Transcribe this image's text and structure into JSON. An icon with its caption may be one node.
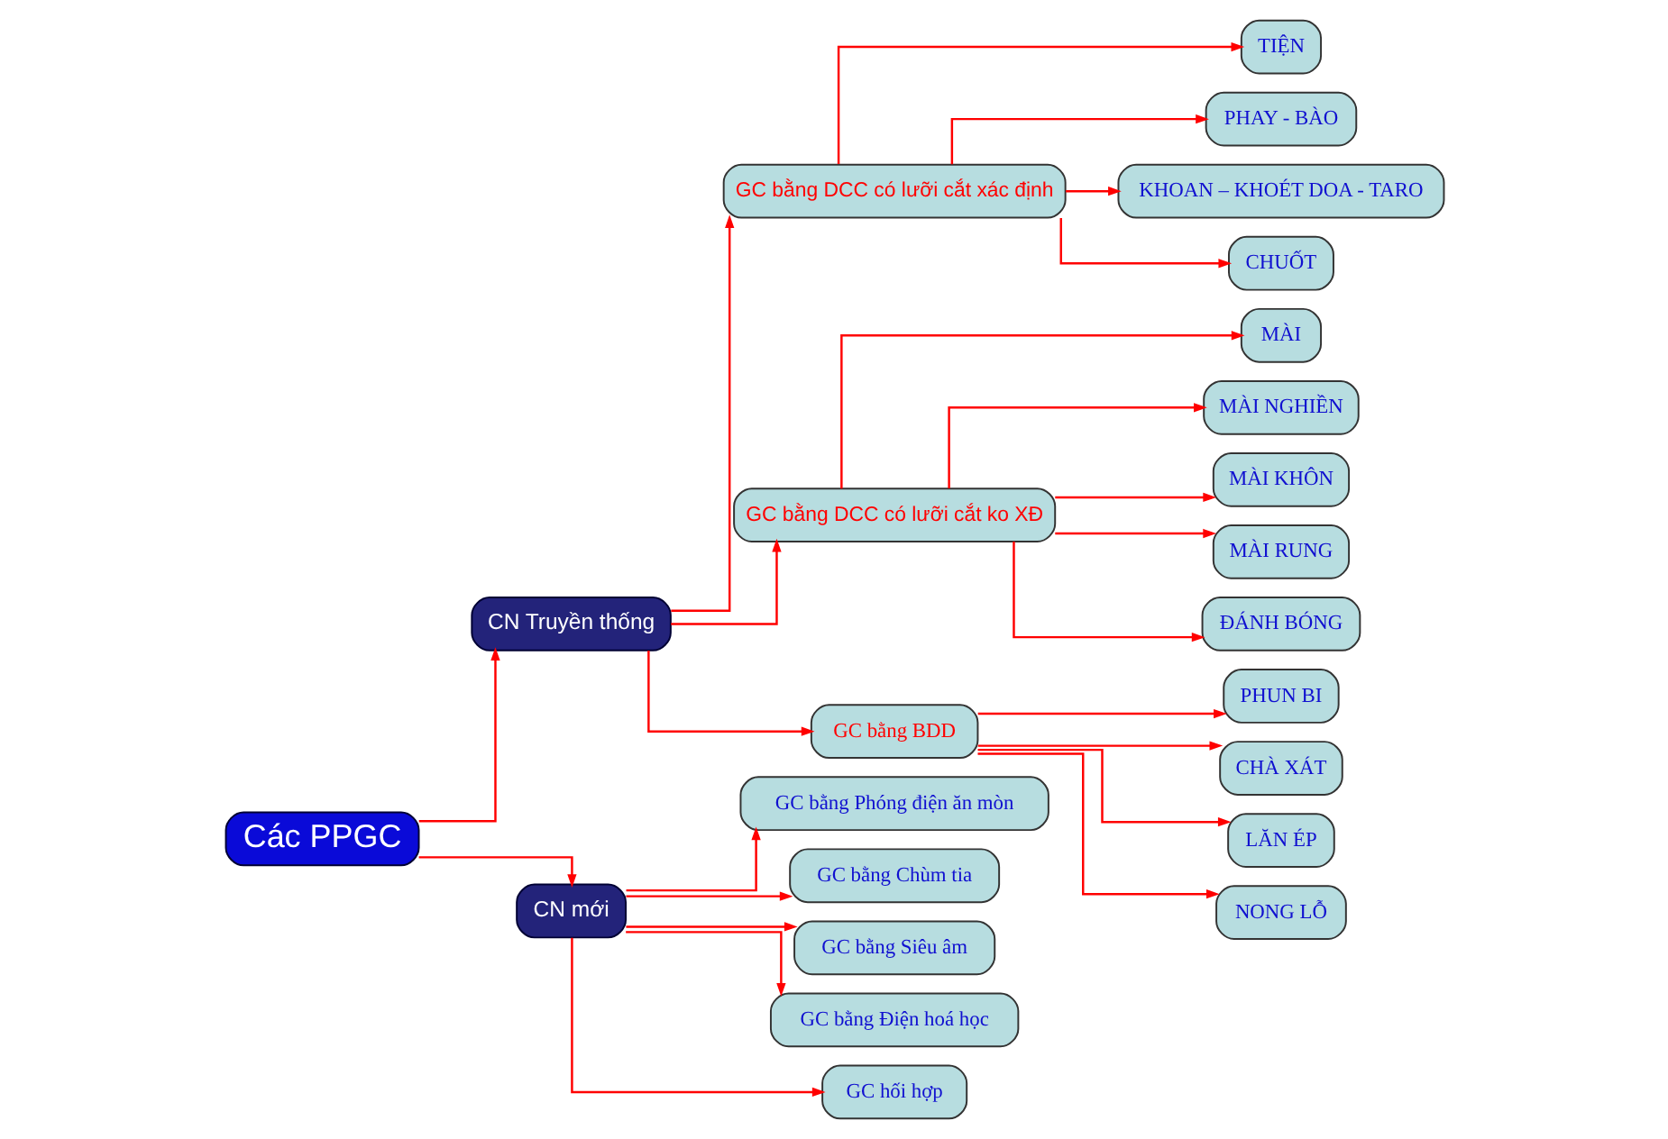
{
  "diagram": {
    "nodes": [
      {
        "text": [
          "Các PPGC"
        ]
      },
      {
        "text": [
          "CN Truyền thống"
        ]
      },
      {
        "text": [
          "CN mới"
        ]
      },
      {
        "text": [
          "GC bằng DCC có lưỡi cắt xác định"
        ]
      },
      {
        "text": [
          "GC bằng DCC có lưỡi cắt ko XĐ"
        ]
      },
      {
        "text": [
          "GC bằng BDD"
        ]
      },
      {
        "text": [
          "TIỆN"
        ]
      },
      {
        "text": [
          "PHAY - BÀO"
        ]
      },
      {
        "text": [
          "KHOAN – KHOÉT DOA - TARO"
        ]
      },
      {
        "text": [
          "CHUỐT"
        ]
      },
      {
        "text": [
          "MÀI"
        ]
      },
      {
        "text": [
          "MÀI NGHIỀN"
        ]
      },
      {
        "text": [
          "MÀI KHÔN"
        ]
      },
      {
        "text": [
          "MÀI RUNG"
        ]
      },
      {
        "text": [
          "ĐÁNH BÓNG"
        ]
      },
      {
        "text": [
          "PHUN BI"
        ]
      },
      {
        "text": [
          "CHÀ XÁT"
        ]
      },
      {
        "text": [
          "LĂN ÉP"
        ]
      },
      {
        "text": [
          "NONG LỖ"
        ]
      },
      {
        "text": [
          "GC bằng Phóng điện ăn mòn"
        ]
      },
      {
        "text": [
          "GC bằng Chùm tia"
        ]
      },
      {
        "text": [
          "GC bằng Siêu âm"
        ]
      },
      {
        "text": [
          "GC bằng Điện hoá học"
        ]
      },
      {
        "text": [
          "GC hối hợp"
        ]
      }
    ],
    "edges": [
      {
        "from": 0,
        "to": 1,
        "arrow": "to"
      },
      {
        "from": 0,
        "to": 2,
        "arrow": "to"
      },
      {
        "from": 1,
        "to": 3,
        "arrow": "to"
      },
      {
        "from": 1,
        "to": 4,
        "arrow": "to"
      },
      {
        "from": 1,
        "to": 5,
        "arrow": "to"
      },
      {
        "from": 3,
        "to": 6,
        "arrow": "to"
      },
      {
        "from": 3,
        "to": 7,
        "arrow": "to"
      },
      {
        "from": 3,
        "to": 8,
        "arrow": "to"
      },
      {
        "from": 3,
        "to": 9,
        "arrow": "to"
      },
      {
        "from": 4,
        "to": 10,
        "arrow": "to"
      },
      {
        "from": 4,
        "to": 11,
        "arrow": "to"
      },
      {
        "from": 4,
        "to": 12,
        "arrow": "to"
      },
      {
        "from": 4,
        "to": 13,
        "arrow": "to"
      },
      {
        "from": 4,
        "to": 14,
        "arrow": "to"
      },
      {
        "from": 5,
        "to": 15,
        "arrow": "to"
      },
      {
        "from": 5,
        "to": 16,
        "arrow": "to"
      },
      {
        "from": 5,
        "to": 17,
        "arrow": "to"
      },
      {
        "from": 5,
        "to": 18,
        "arrow": "to"
      },
      {
        "from": 2,
        "to": 19,
        "arrow": "to"
      },
      {
        "from": 2,
        "to": 20,
        "arrow": "to"
      },
      {
        "from": 2,
        "to": 21,
        "arrow": "to"
      },
      {
        "from": 2,
        "to": 22,
        "arrow": "to"
      },
      {
        "from": 2,
        "to": 23,
        "arrow": "to"
      }
    ]
  }
}
